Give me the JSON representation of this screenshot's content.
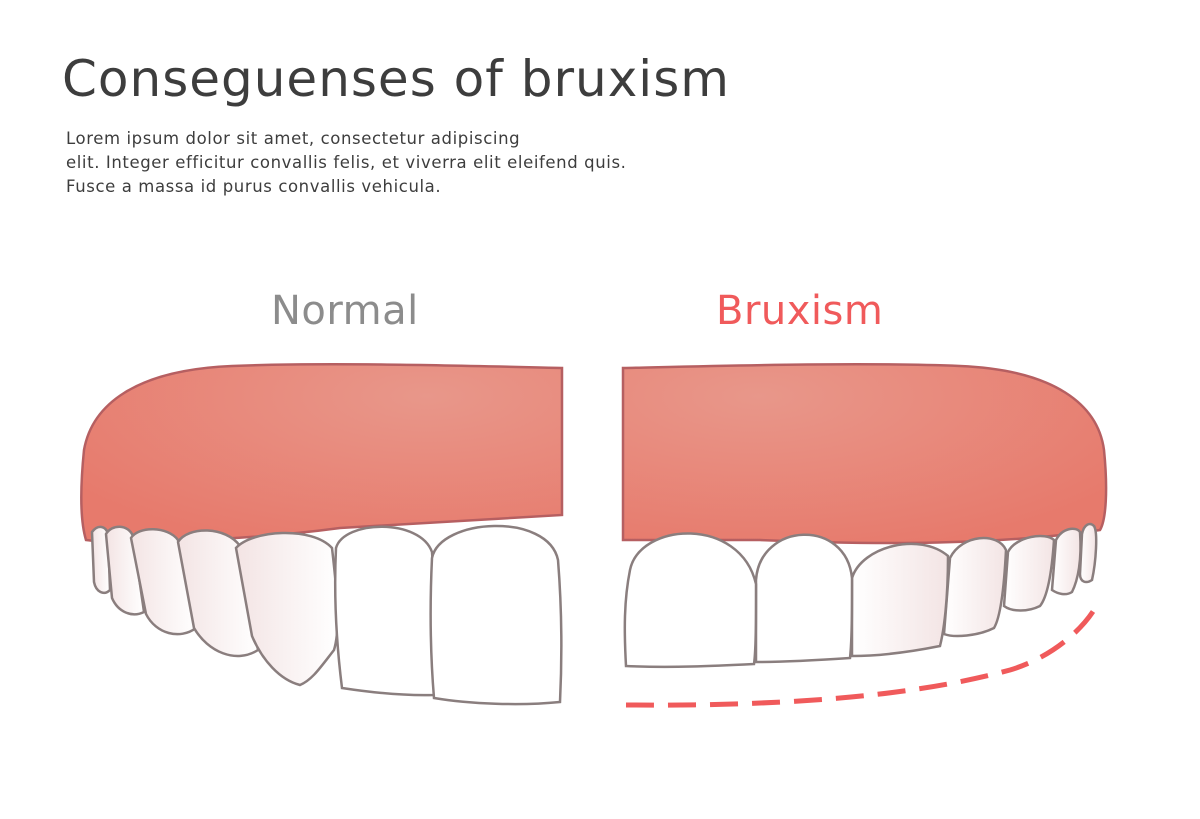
{
  "title": "Conseguenses of bruxism",
  "description": [
    "Lorem ipsum dolor sit amet, consectetur adipiscing",
    "elit. Integer efficitur convallis felis, et viverra elit eleifend quis.",
    "Fusce a massa id purus convallis vehicula."
  ],
  "panels": {
    "normal": {
      "label": "Normal"
    },
    "bruxism": {
      "label": "Bruxism"
    }
  },
  "colors": {
    "text": "#3d3d3d",
    "normal_label": "#8c8c8c",
    "bruxism_label": "#f05a5b",
    "gum_light": "#e8978a",
    "gum_dark": "#e77a6c",
    "gum_outline": "#b65f61",
    "tooth_fill": "#ffffff",
    "tooth_shadow": "#eed9d9",
    "tooth_outline": "#8a7e7e",
    "wear_line": "#f05a5b"
  },
  "icons": {
    "normal_teeth": "upper-teeth-normal",
    "worn_teeth": "upper-teeth-worn",
    "wear_indicator": "dashed-curve"
  }
}
